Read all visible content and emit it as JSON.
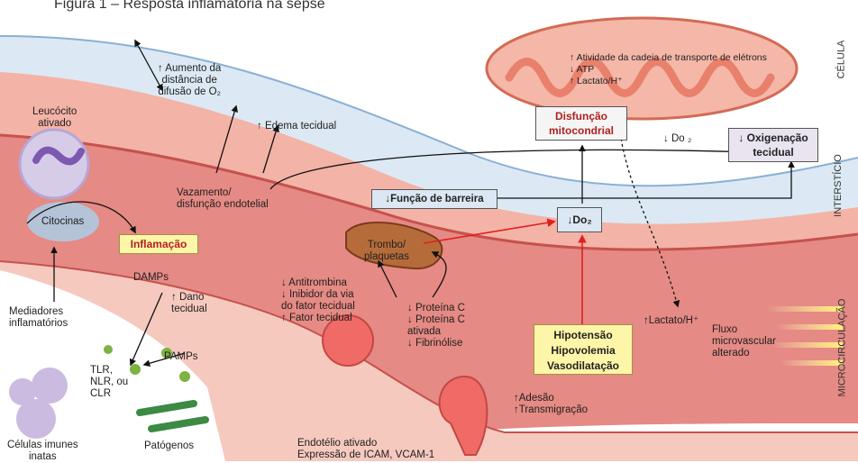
{
  "title": "Figura 1 – Resposta inflamatória na sepse",
  "side_labels": {
    "cell": "CÉLULA",
    "interstitium": "INTERSTÍCIO",
    "microcirculation": "MICROCIRCULAÇÃO"
  },
  "mitochondria_text": "↑ Atividade da cadeia de transporte de elétrons\n↓ ATP\n↑ Lactato/H⁺",
  "boxes": {
    "mito_dysfunction": "Disfunção\nmitocondrial",
    "tissue_oxygenation": "↓ Oxigenação\ntecidual",
    "barrier_function": "↓Função de barreira",
    "do2_small": "↓Do₂",
    "inflammation": "Inflamação",
    "hypotension": "Hipotensão\nHipovolemia\nVasodilatação"
  },
  "labels": {
    "diffusion": "↑ Aumento da\ndistância de\ndifusão de O₂",
    "edema": "↑ Edema tecidual",
    "do2_interstitium": "↓ Do ₂",
    "leukocyte": "Leucócito\nativado",
    "cytokines": "Citocinas",
    "leak": "Vazamento/\ndisfunção endotelial",
    "thrombus": "Trombo/\nplaquetas",
    "damps": "DAMPs",
    "tissue_damage": "↑ Dano\ntecidual",
    "mediators": "Mediadores\ninflamatórios",
    "pamps": "PAMPs",
    "receptors": "TLR,\nNLR, ou\nCLR",
    "coag": "↓ Antitrombina\n↓ Inibidor da via\ndo fator tecidual\n↑ Fator tecidual",
    "protein_c": "↓ Proteína C\n↓ Proteína C\nativada\n↓ Fibrinólise",
    "lactate": "↑Lactato/H⁺",
    "flow": "Fluxo\nmicrovascular\nalterado",
    "adhesion": "↑Adesão\n↑Transmigração",
    "immune_cells": "Células imunes\ninatas",
    "pathogens": "Patógenos",
    "endothelium": "Endotélio ativado\nExpressão de ICAM, VCAM-1"
  },
  "colors": {
    "vessel": "#e58a84",
    "vessel_dark": "#c7514d",
    "interstitium": "#dce9f4",
    "mito_fill": "#f4b7a8",
    "mito_cristae": "#e8806c",
    "box_fill": "#f1f1f1",
    "yellow_box": "#fdf6a8",
    "red_arrow": "#e02020"
  }
}
